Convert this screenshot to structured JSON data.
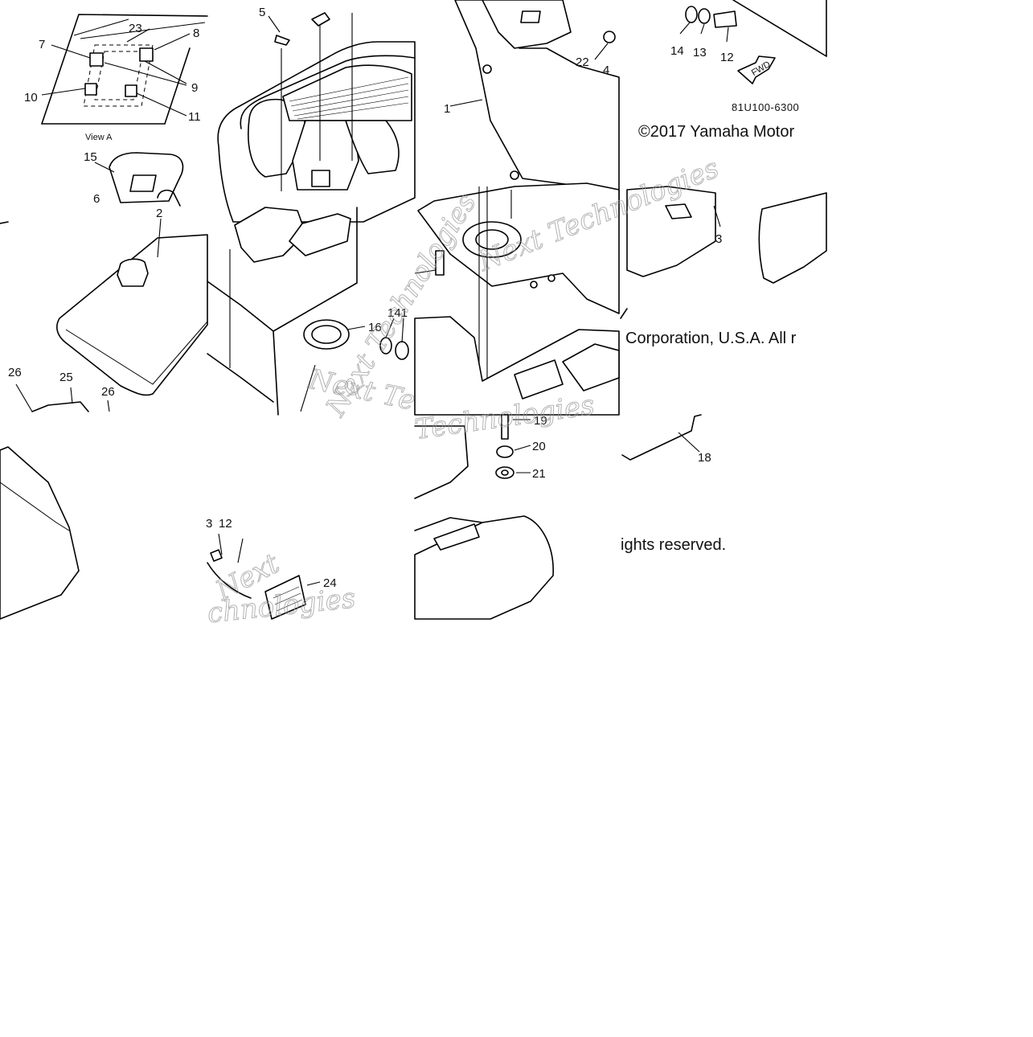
{
  "diagram": {
    "part_code": "81U100-6300",
    "view_label": "View A",
    "fwd_label": "FWD",
    "copyright": {
      "line1": "©2017 Yamaha Motor",
      "line2": "Corporation, U.S.A. All r",
      "line3": "ights reserved."
    },
    "watermarks": [
      "Next Technologies",
      "Next Technologies",
      "Next Te",
      "Technologies",
      "Next",
      "chnologies"
    ],
    "callouts": [
      "1",
      "2",
      "3",
      "4",
      "5",
      "6",
      "7",
      "8",
      "9",
      "10",
      "11",
      "12",
      "13",
      "14",
      "15",
      "16",
      "18",
      "19",
      "20",
      "21",
      "22",
      "23",
      "24",
      "25",
      "26"
    ]
  },
  "labels": {
    "c23": "23",
    "c7": "7",
    "c8": "8",
    "c9": "9",
    "c10": "10",
    "c11": "11",
    "c15": "15",
    "c6": "6",
    "c2": "2",
    "c26a": "26",
    "c25": "25",
    "c26b": "26",
    "c5": "5",
    "c16": "16",
    "c14m": "141",
    "c3b": "3",
    "c12b": "12",
    "c24": "24",
    "c1": "1",
    "c22": "22",
    "c4": "4",
    "c19": "19",
    "c20": "20",
    "c21": "21",
    "c14": "14",
    "c13": "13",
    "c12": "12",
    "c3": "3",
    "c18": "18"
  }
}
